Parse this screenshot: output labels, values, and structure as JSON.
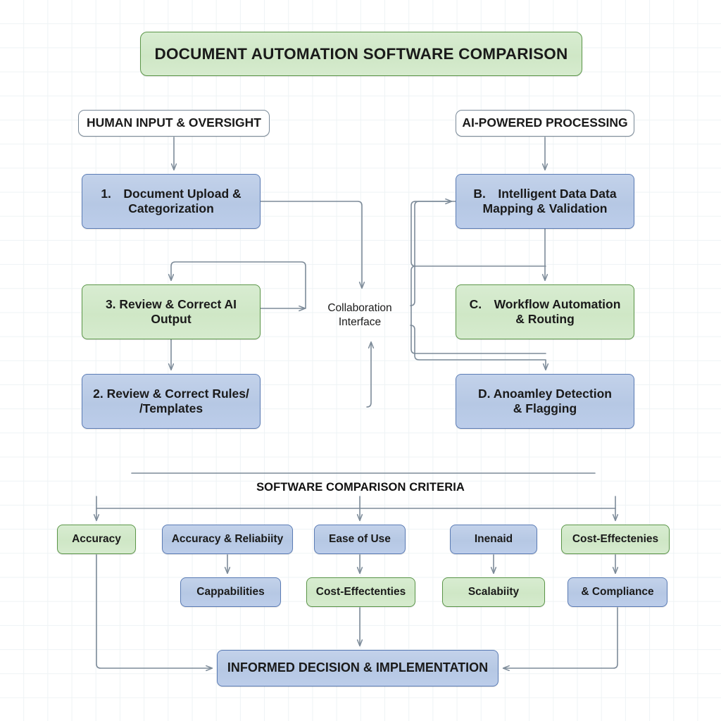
{
  "diagram": {
    "title": "DOCUMENT AUTOMATION SOFTWARE COMPARISON",
    "headers": {
      "left": "HUMAN INPUT & OVERSIGHT",
      "right": "AI-POWERED PROCESSING"
    },
    "hub_label_line1": "Collaboration",
    "hub_label_line2": "Interface",
    "left_column": [
      {
        "id": "l1",
        "label_line1": "1. Document Upload &",
        "label_line2": "Categorization",
        "fill": "blue"
      },
      {
        "id": "l3",
        "label_line1": "3. Review & Correct AI Output",
        "label_line2": "",
        "fill": "green"
      },
      {
        "id": "l2",
        "label_line1": "2. Review & Correct Rules/",
        "label_line2": "/Templates",
        "fill": "blue"
      }
    ],
    "right_column": [
      {
        "id": "r1",
        "label_line1": "B. Intelligent Data Data",
        "label_line2": "Mapping & Validation",
        "fill": "blue"
      },
      {
        "id": "r2",
        "label_line1": "C. Workflow Automation",
        "label_line2": "& Routing",
        "fill": "green"
      },
      {
        "id": "r3",
        "label_line1": "D. Anoamley Detection",
        "label_line2": "& Flagging",
        "fill": "blue"
      }
    ],
    "criteria_section_title": "SOFTWARE COMPARISON CRITERIA",
    "criteria_row1": [
      {
        "id": "c1",
        "label": "Accuracy",
        "fill": "green"
      },
      {
        "id": "c2",
        "label": "Accuracy & Reliabiity",
        "fill": "blue"
      },
      {
        "id": "c3",
        "label": "Ease of Use",
        "fill": "blue"
      },
      {
        "id": "c4",
        "label": "Inenaid",
        "fill": "blue"
      },
      {
        "id": "c5",
        "label": "Cost-Effectenies",
        "fill": "green"
      }
    ],
    "criteria_row2": [
      {
        "id": "s1",
        "label": "Cappabilities",
        "fill": "blue"
      },
      {
        "id": "s2",
        "label": "Cost-Effectenties",
        "fill": "green"
      },
      {
        "id": "s3",
        "label": "Scalabiity",
        "fill": "green"
      },
      {
        "id": "s4",
        "label": "& Compliance",
        "fill": "blue"
      }
    ],
    "final_node": "INFORMED DECISION & IMPLEMENTATION",
    "colors": {
      "blue_fill": "#bccdea",
      "blue_stroke": "#5b7cb5",
      "green_fill": "#d4e9cc",
      "green_stroke": "#5b9648",
      "edge": "#7d8b99",
      "background": "#ffffff",
      "grid": "#eef3f5",
      "text": "#1a1a1a"
    }
  }
}
